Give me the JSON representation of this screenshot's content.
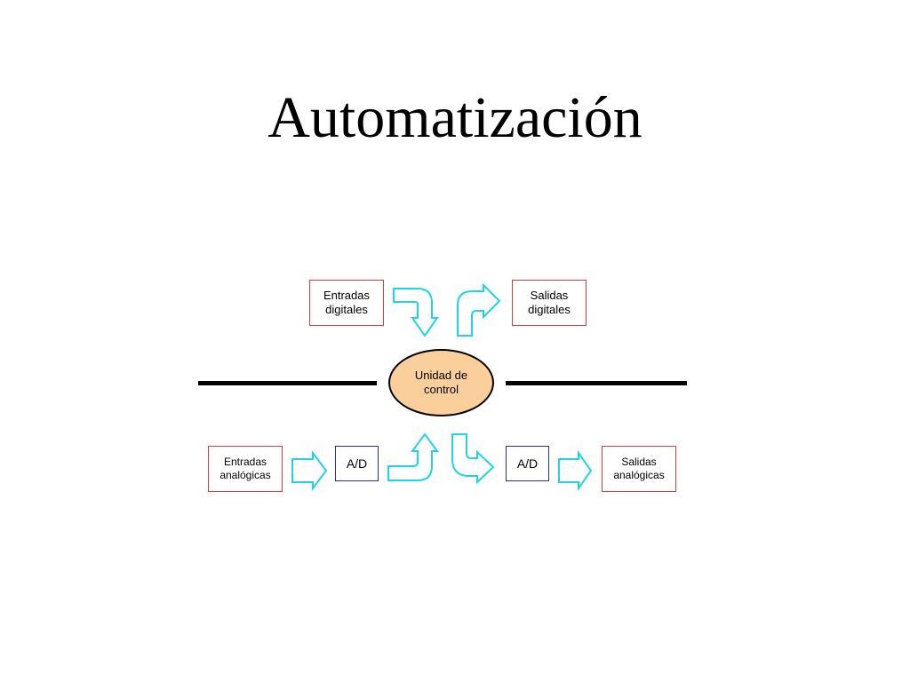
{
  "title": "Automatización",
  "control_unit": {
    "label": "Unidad de\ncontrol"
  },
  "boxes": {
    "entradas_digitales": "Entradas\ndigitales",
    "salidas_digitales": "Salidas\ndigitales",
    "entradas_analogicas": "Entradas\nanalógicas",
    "ad_left": "A/D",
    "ad_right": "A/D",
    "salidas_analogicas": "Salidas\nanalógicas"
  },
  "colors": {
    "box_border": "#e0393e",
    "converter_border": "#2b2ba8",
    "arrow_outline": "#1fd4e6",
    "control_fill": "#fbcf9c",
    "bus": "#000000"
  }
}
